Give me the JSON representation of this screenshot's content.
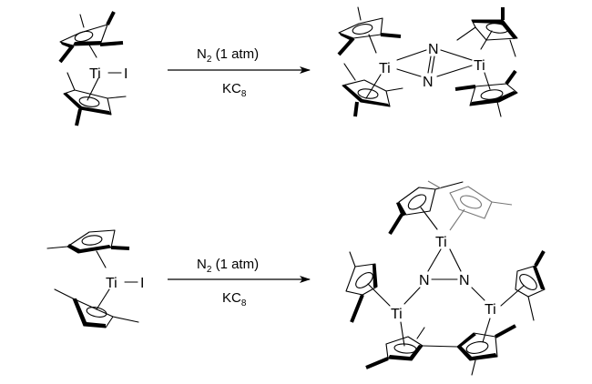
{
  "scheme": {
    "reactions": [
      {
        "reactant": {
          "metal": "Ti",
          "ligand": "I"
        },
        "conditions": {
          "above": {
            "main": "N",
            "sub": "2",
            "rest": " (1 atm)"
          },
          "below": {
            "main": "KC",
            "sub": "8"
          }
        },
        "product": {
          "metals": [
            "Ti",
            "Ti"
          ],
          "bridge": [
            "N",
            "N"
          ]
        }
      },
      {
        "reactant": {
          "metal": "Ti",
          "ligand": "I"
        },
        "conditions": {
          "above": {
            "main": "N",
            "sub": "2",
            "rest": " (1 atm)"
          },
          "below": {
            "main": "KC",
            "sub": "8"
          }
        },
        "product": {
          "metals": [
            "Ti",
            "Ti",
            "Ti"
          ],
          "bridge": [
            "N",
            "N"
          ]
        }
      }
    ]
  },
  "colors": {
    "ink": "#000000",
    "faded": "#777777"
  }
}
